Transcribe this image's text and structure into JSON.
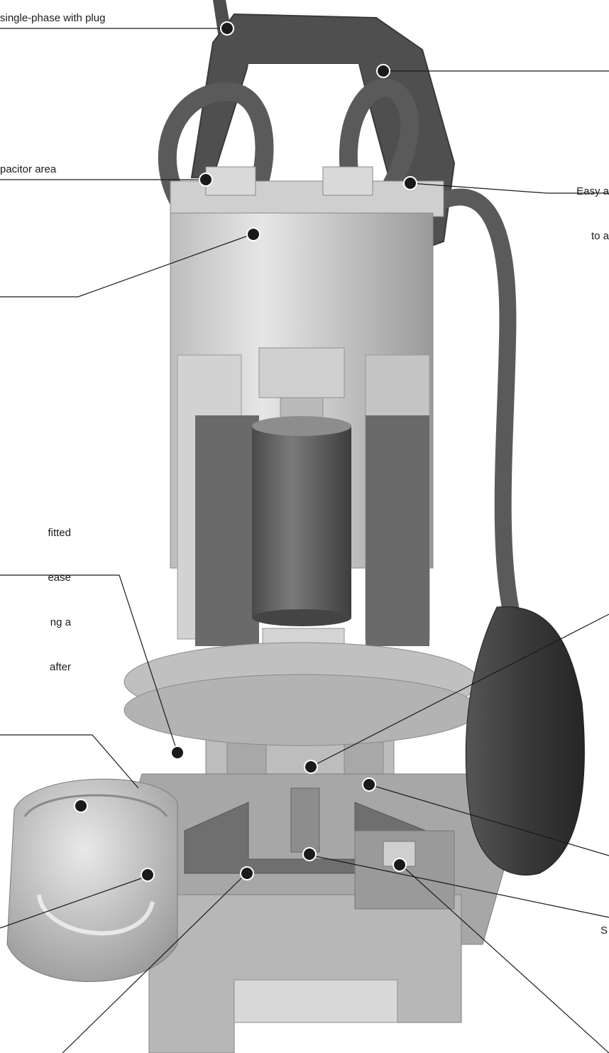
{
  "labels": {
    "top_left": "single-phase with plug",
    "capacitor": "pacitor area",
    "fitted_lines": [
      "fitted",
      "ease",
      "ng a",
      "after"
    ],
    "right_lines": [
      "Easy a",
      "to a"
    ],
    "bottom_right": "S"
  },
  "colors": {
    "background": "#ffffff",
    "leader": "#1a1a1a",
    "dot": "#1a1a1a",
    "body_light": "#cfcfcf",
    "body_mid": "#a9a9a9",
    "body_dark": "#5e5e5e",
    "handle": "#4d4d4d",
    "cable": "#555555",
    "float": "#3b3b3b"
  }
}
